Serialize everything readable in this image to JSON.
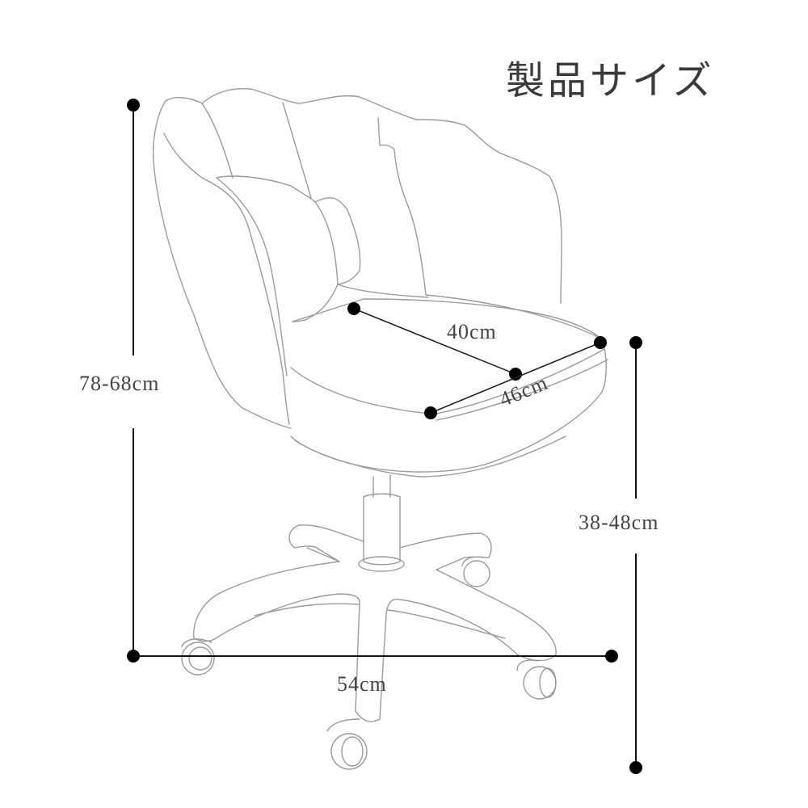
{
  "title": "製品サイズ",
  "dimensions": {
    "total_height": "78-68cm",
    "seat_depth": "40cm",
    "seat_width": "46cm",
    "seat_height": "38-48cm",
    "base_width": "54cm"
  },
  "colors": {
    "dimension_line": "#111111",
    "outline": "#9a9a9a",
    "text": "#444444"
  }
}
